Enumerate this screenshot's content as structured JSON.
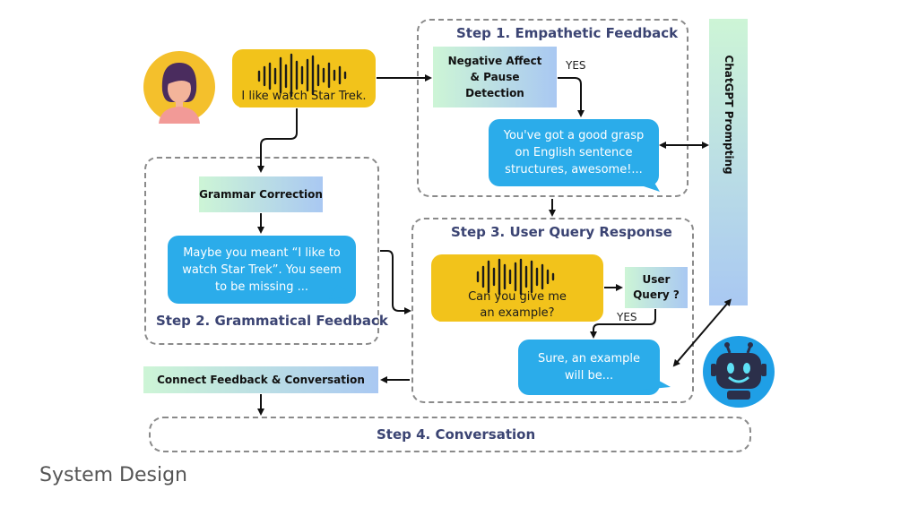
{
  "user_utterance": "I like watch Star Trek.",
  "step1": {
    "title": "Step 1. Empathetic Feedback",
    "detector": "Negative Affect & Pause Detection",
    "yes_label": "YES",
    "response": "You've got a good grasp on English sentence structures, awesome!..."
  },
  "step2": {
    "title": "Step 2. Grammatical Feedback",
    "module": "Grammar Correction",
    "response": "Maybe you meant “I like to watch Star Trek”. You seem to be missing ..."
  },
  "step3": {
    "title": "Step 3. User Query Response",
    "user_query": "Can you give me an example?",
    "classifier": "User Query ?",
    "yes_label": "YES",
    "response": "Sure, an example will be..."
  },
  "connect_label": "Connect Feedback & Conversation",
  "step4": {
    "title": "Step 4. Conversation"
  },
  "chatgpt_label": "ChatGPT Prompting",
  "caption": "System Design",
  "colors": {
    "bubble_blue": "#2bacea",
    "bubble_gold": "#f2c31b",
    "title_navy": "#3b4473",
    "gradient_start": "#cdf5d6",
    "gradient_end": "#a9c8f2",
    "avatar_bg": "#f4c02c",
    "robot_bg": "#1f9fe6"
  },
  "icons": [
    "user-avatar-icon",
    "sound-wave-icon",
    "robot-icon"
  ]
}
